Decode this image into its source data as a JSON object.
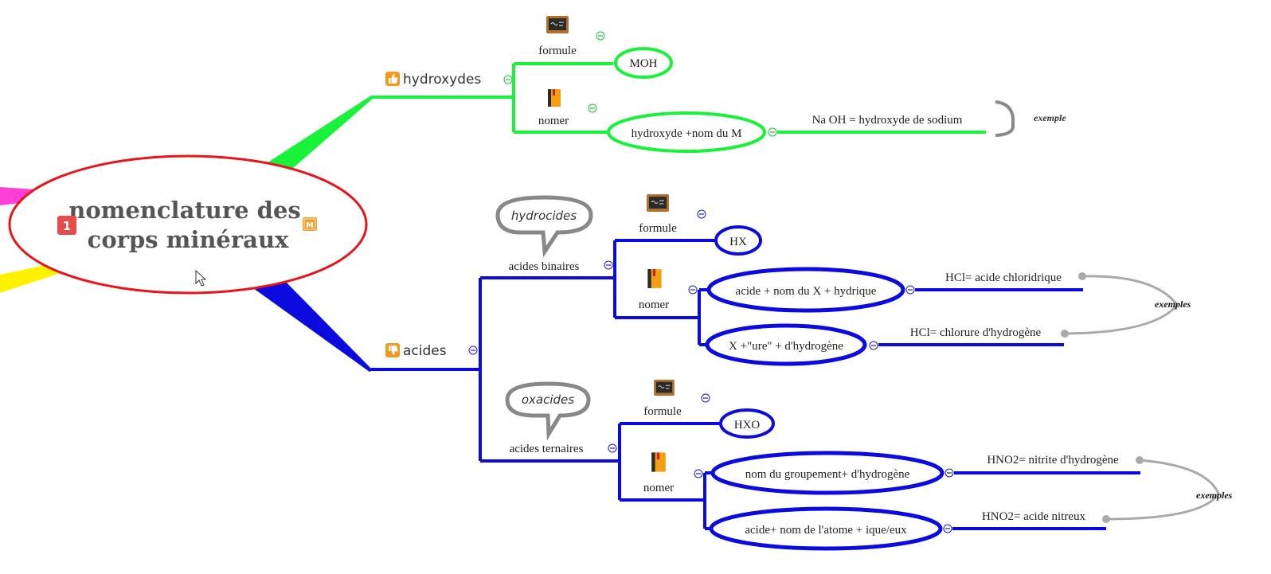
{
  "central": {
    "title_line1": "nomenclature des",
    "title_line2": "corps minéraux",
    "priority_badge": "1",
    "note_badge": "M"
  },
  "colors": {
    "central_border": "#e8141a",
    "green": "#18f23a",
    "blue": "#0b0bdf",
    "gray": "#888888",
    "light_gray": "#a9a9a9",
    "magenta": "#ff3fd8",
    "yellow": "#fff200",
    "badge_red": "#e84b4b",
    "badge_orange": "#f0a030",
    "collapse_icon": "#1a1ad0"
  },
  "hydroxydes": {
    "label": "hydroxydes",
    "icon": "thumbs-up-icon",
    "formule": {
      "label": "formule",
      "icon": "blackboard-icon",
      "value": "MOH"
    },
    "nomer": {
      "label": "nomer",
      "icon": "book-icon",
      "value": "hydroxyde +nom du M",
      "example": "Na OH = hydroxyde de sodium",
      "example_note": "exemple"
    }
  },
  "acides": {
    "label": "acides",
    "icon": "thumbs-down-icon",
    "binaires": {
      "label": "acides binaires",
      "callout": "hydrocides",
      "formule": {
        "label": "formule",
        "icon": "blackboard-icon",
        "value": "HX"
      },
      "nomer": {
        "label": "nomer",
        "icon": "book-icon",
        "options": [
          "acide + nom du X  + hydrique",
          "X +\"ure\" + d'hydrogène"
        ],
        "examples": [
          "HCl= acide chloridrique",
          "HCl= chlorure d'hydrogène"
        ],
        "examples_note": "exemples"
      }
    },
    "ternaires": {
      "label": "acides ternaires",
      "callout": "oxacides",
      "formule": {
        "label": "formule",
        "icon": "blackboard-icon",
        "value": "HXO"
      },
      "nomer": {
        "label": "nomer",
        "icon": "book-icon",
        "options": [
          "nom du groupement+ d'hydrogène",
          "acide+ nom de l'atome + ique/eux"
        ],
        "examples": [
          "HNO2= nitrite d'hydrogène",
          "HNO2= acide nitreux"
        ],
        "examples_note": "exemples"
      }
    }
  }
}
